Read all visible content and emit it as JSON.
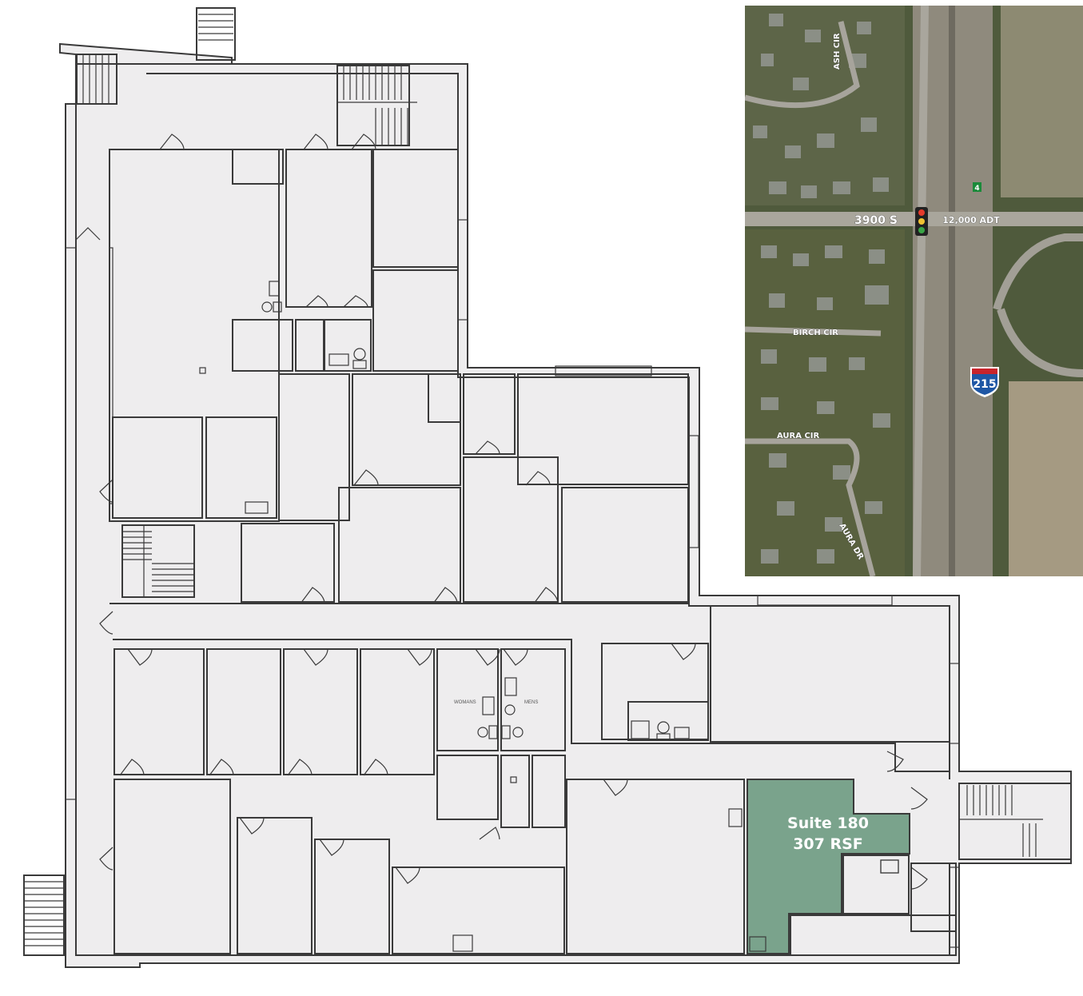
{
  "floor_plan": {
    "suite": {
      "name": "Suite 180",
      "area": "307 RSF",
      "highlight_color": "#7aa38c"
    },
    "restroom_labels": {
      "womens": "WOMANS",
      "mens": "MENS"
    }
  },
  "aerial_map": {
    "streets": [
      {
        "label": "ASH CIR"
      },
      {
        "label": "BIRCH CIR"
      },
      {
        "label": "AURA CIR"
      },
      {
        "label": "AURA DR"
      }
    ],
    "main_road": {
      "label": "3900 S"
    },
    "traffic": {
      "label": "12,000 ADT"
    },
    "interstate_shield": {
      "number": "215"
    },
    "exit_sign": {
      "number": "4"
    }
  },
  "colors": {
    "floor": "#eeedee",
    "wall": "#3a3a3a",
    "suite": "#7aa38c"
  }
}
